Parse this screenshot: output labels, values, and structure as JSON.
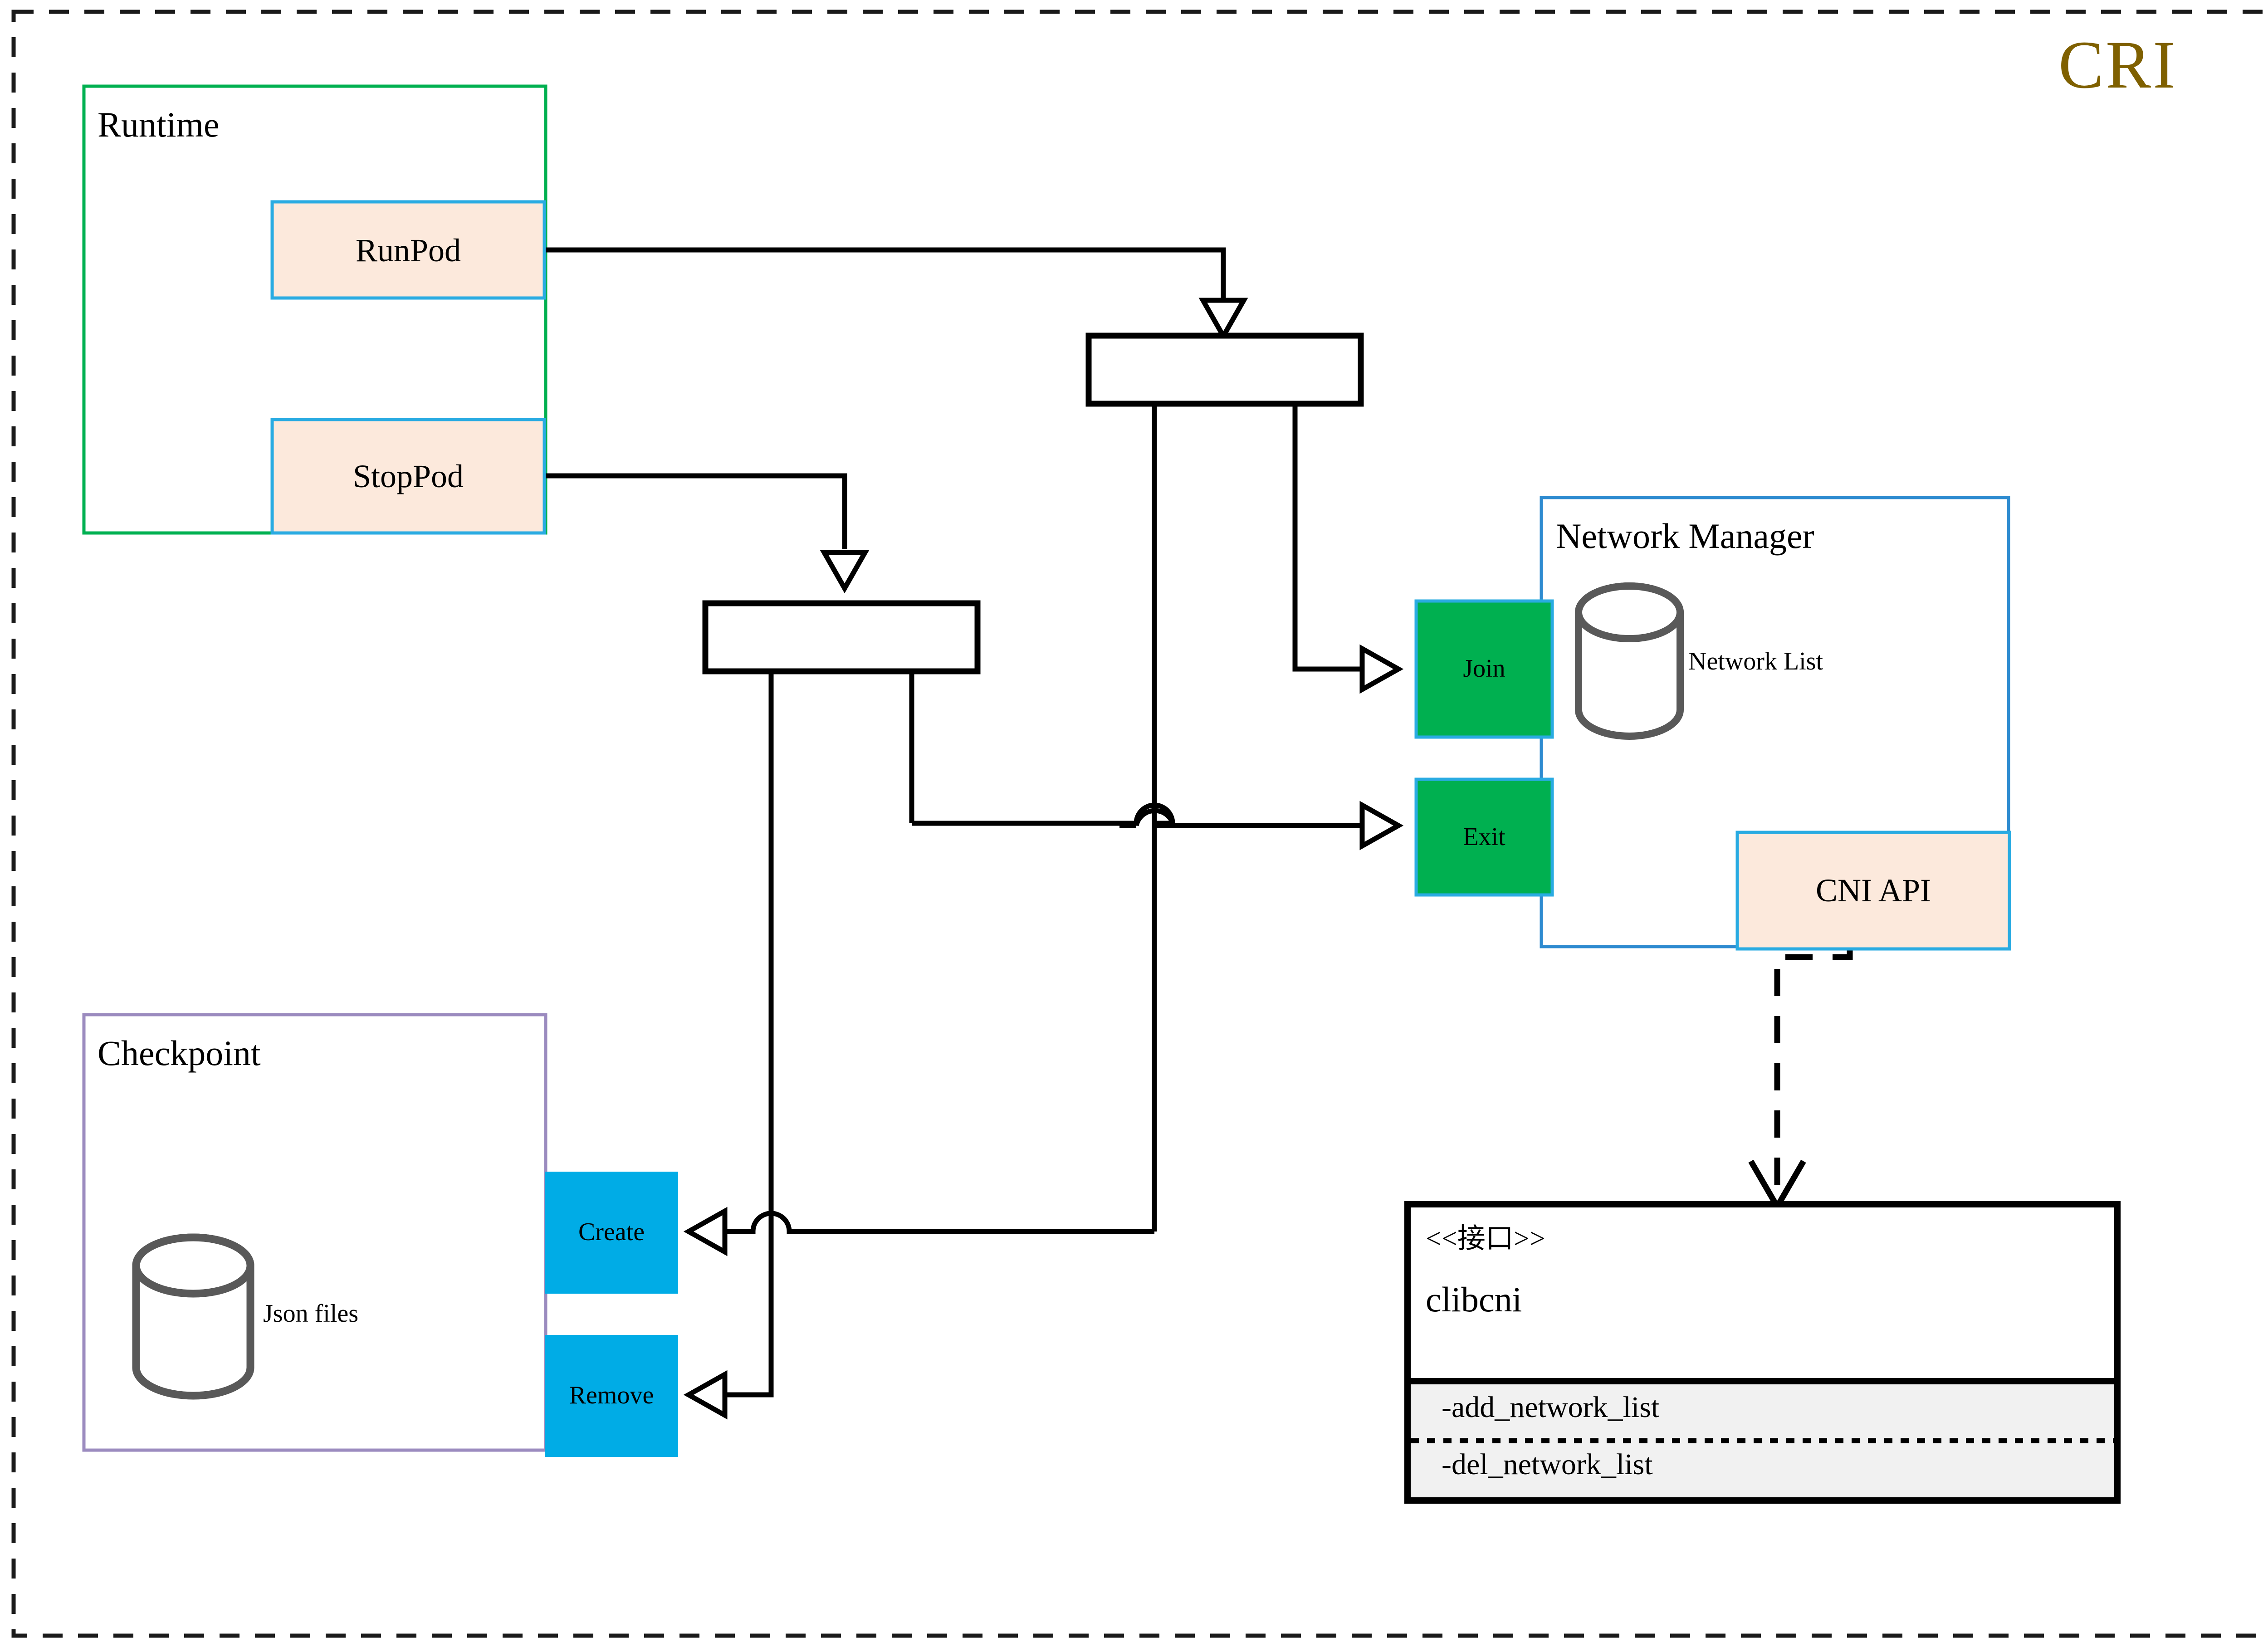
{
  "diagram": {
    "title": "CRI",
    "title_color": "#7f6000",
    "outer_frame": {
      "style": "dashed",
      "color": "#1a1a1a"
    },
    "groups": [
      {
        "id": "runtime",
        "label": "Runtime",
        "border_color": "#00b050",
        "fill": "#ffffff"
      },
      {
        "id": "checkpoint",
        "label": "Checkpoint",
        "border_color": "#9b8bbf",
        "fill": "#ffffff",
        "store": {
          "label": "Json files",
          "icon": "cylinder-database-icon",
          "color": "#595959"
        }
      },
      {
        "id": "network_manager",
        "label": "Network Manager",
        "border_color": "#2e8bd0",
        "fill": "#ffffff",
        "store": {
          "label": "Network List",
          "icon": "cylinder-database-icon",
          "color": "#595959"
        }
      }
    ],
    "nodes": [
      {
        "id": "runpod",
        "label": "RunPod",
        "fill": "#fce9dc",
        "border": "#29abe2"
      },
      {
        "id": "stoppod",
        "label": "StopPod",
        "fill": "#fce9dc",
        "border": "#29abe2"
      },
      {
        "id": "cni_api",
        "label": "CNI API",
        "fill": "#fce9dc",
        "border": "#29abe2"
      },
      {
        "id": "join",
        "label": "Join",
        "fill": "#00b050",
        "border": "#29abe2"
      },
      {
        "id": "exit",
        "label": "Exit",
        "fill": "#00b050",
        "border": "#29abe2"
      },
      {
        "id": "create",
        "label": "Create",
        "fill": "#00ace6",
        "border": "#00ace6"
      },
      {
        "id": "remove",
        "label": "Remove",
        "fill": "#00ace6",
        "border": "#00ace6"
      }
    ],
    "fork_bars": [
      {
        "id": "fork-top",
        "label": ""
      },
      {
        "id": "fork-bottom",
        "label": ""
      }
    ],
    "interface": {
      "stereotype": "<<接口>>",
      "name": "clibcni",
      "methods": [
        "-add_network_list",
        "-del_network_list"
      ],
      "header_fill": "#ffffff",
      "body_fill": "#f1f1f1",
      "border": "#000000"
    },
    "edge_styles": {
      "solid_color": "#000000",
      "dashed_color": "#000000",
      "arrowhead": "hollow-triangle",
      "dashed_arrowhead": "open-v"
    }
  }
}
